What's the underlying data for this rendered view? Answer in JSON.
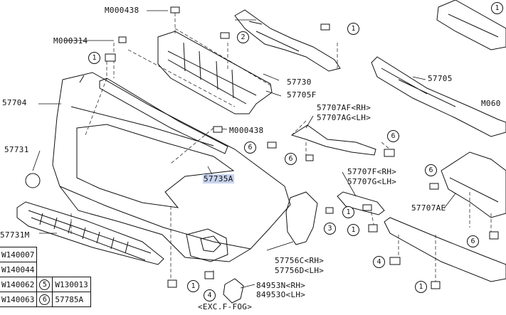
{
  "labels": {
    "m000438_top": "M000438",
    "m000314": "M000314",
    "p57704": "57704",
    "p57731": "57731",
    "p57730": "57730",
    "p57705f": "57705F",
    "m000438_mid": "M000438",
    "p57705": "57705",
    "m060": "M060",
    "p57707af": "57707AF<RH>",
    "p57707ag": "57707AG<LH>",
    "p57735a": "57735A",
    "p57707f": "57707F<RH>",
    "p57707g": "57707G<LH>",
    "p57707ae": "57707AE",
    "p57731m": "57731M",
    "p57756c": "57756C<RH>",
    "p57756d": "57756D<LH>",
    "p84953n": "84953N<RH>",
    "p84953o": "84953O<LH>",
    "excfog": "<EXC.F-FOG>"
  },
  "callouts": [
    "1",
    "2",
    "1",
    "6",
    "6",
    "6",
    "6",
    "1",
    "3",
    "1",
    "4",
    "4",
    "1",
    "6",
    "1",
    "1"
  ],
  "legend": {
    "rows": [
      {
        "code": "W140007"
      },
      {
        "code": "W140044"
      },
      {
        "code": "W140062",
        "num": "5",
        "code2": "W130013"
      },
      {
        "code": "W140063",
        "num": "6",
        "code2": "57785A"
      }
    ]
  }
}
